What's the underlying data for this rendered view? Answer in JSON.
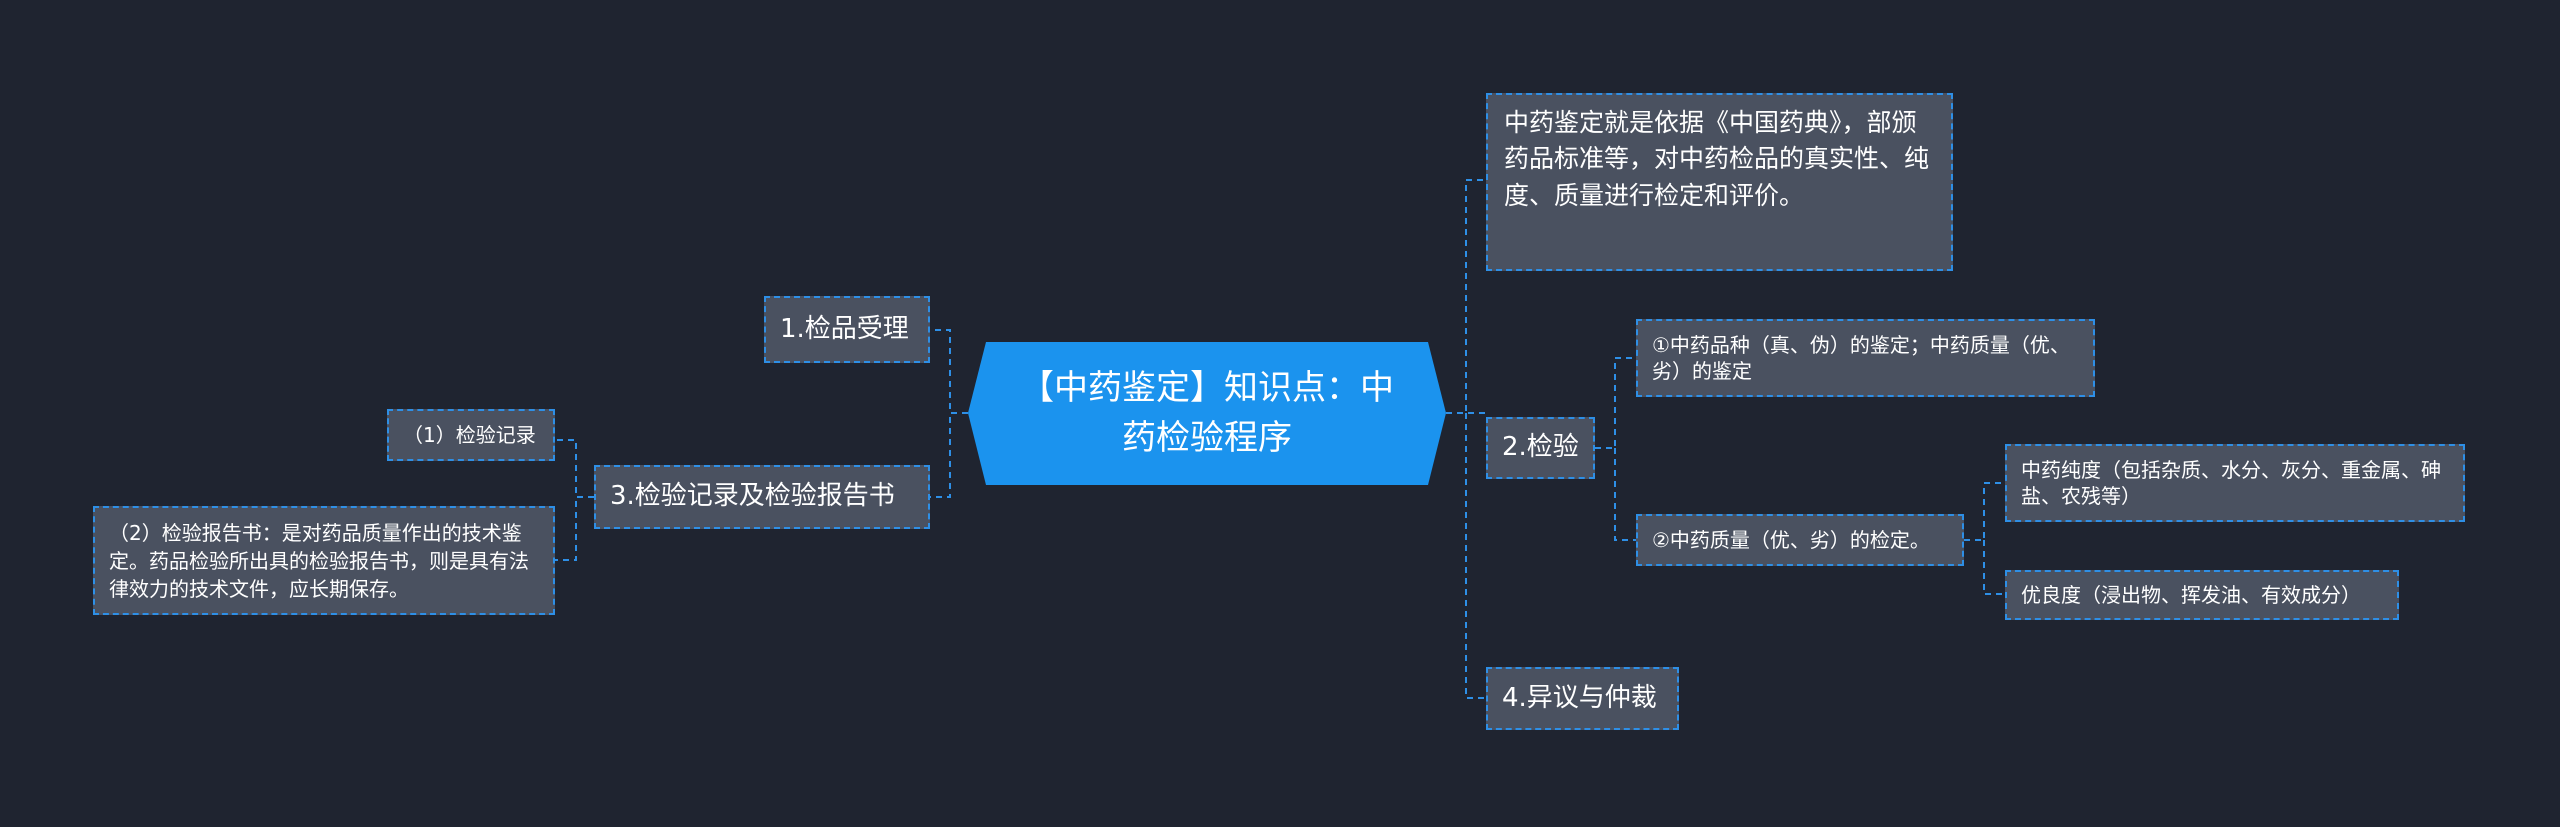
{
  "root": {
    "text": "【中药鉴定】知识点：中药检验程序"
  },
  "left": {
    "n1": "1.检品受理",
    "n3": "3.检验记录及检验报告书",
    "n3_children": [
      "（1）检验记录",
      "（2）检验报告书：是对药品质量作出的技术鉴定。药品检验所出具的检验报告书，则是具有法律效力的技术文件，应长期保存。"
    ]
  },
  "right": {
    "desc": "中药鉴定就是依据《中国药典》，部颁药品标准等，对中药检品的真实性、纯度、质量进行检定和评价。",
    "n2": "2.检验",
    "n2_children": [
      "①中药品种（真、伪）的鉴定；中药质量（优、劣）的鉴定",
      "②中药质量（优、劣）的检定。"
    ],
    "n2_quality_children": [
      "中药纯度（包括杂质、水分、灰分、重金属、砷盐、农残等）",
      "优良度（浸出物、挥发油、有效成分）"
    ],
    "n4": "4.异议与仲裁"
  },
  "colors": {
    "background": "#1f2430",
    "node_fill": "#4a5160",
    "border": "#2e8fe6",
    "root_fill": "#1b93ee"
  }
}
